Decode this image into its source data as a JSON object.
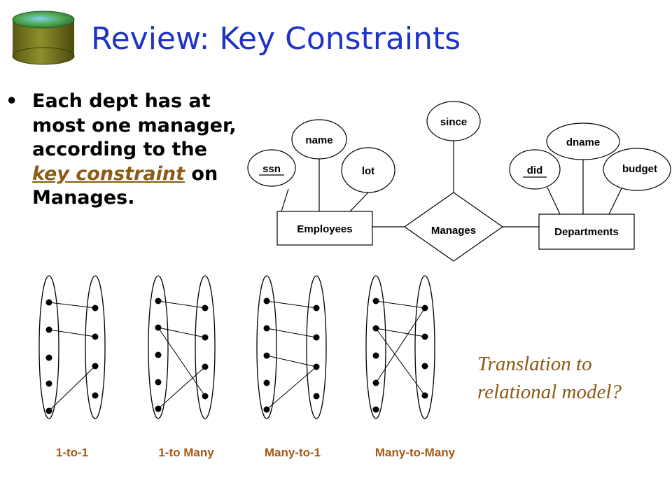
{
  "slide": {
    "title": "Review: Key Constraints",
    "bullet": {
      "text_before": "Each dept has at most one manager, according to the",
      "link_text": "key constraint",
      "text_after": "on Manages."
    },
    "note": [
      "Translation to",
      "relational model?"
    ]
  },
  "er_diagram": {
    "entities": [
      "Employees",
      "Departments"
    ],
    "relationship": "Manages",
    "relationship_attribute": "since",
    "employee_attributes": [
      "ssn",
      "name",
      "lot"
    ],
    "department_attributes": [
      "did",
      "dname",
      "budget"
    ],
    "key_attributes": [
      "ssn",
      "did"
    ]
  },
  "cardinality_examples": [
    "1-to-1",
    "1-to Many",
    "Many-to-1",
    "Many-to-Many"
  ],
  "colors": {
    "title": "#1f33c9",
    "accent": "#8b5a14",
    "label": "#a65a14",
    "text": "#000000"
  },
  "icons": {
    "logo": "database-cylinder-icon"
  }
}
